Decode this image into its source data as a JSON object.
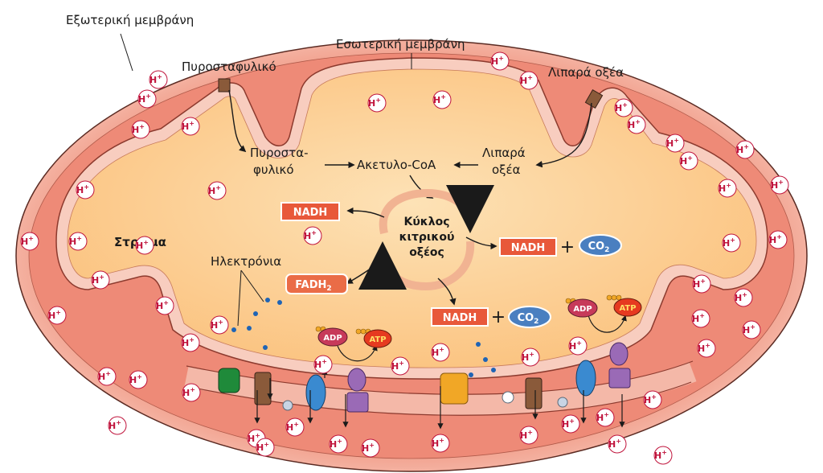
{
  "labels": {
    "outer_membrane": "Εξωτερική μεμβράνη",
    "inner_membrane": "Εσωτερική μεμβράνη",
    "pyruvate_transport": "Πυροσταφυλικό",
    "fatty_acids_transport": "Λιπαρά οξέα",
    "pyruvate_line1": "Πυροστα-",
    "pyruvate_line2": "φυλικό",
    "acetyl_coa": "Ακετυλο-CoA",
    "fatty_line1": "Λιπαρά",
    "fatty_line2": "οξέα",
    "matrix": "Στρώμα",
    "electrons": "Ηλεκτρόνια",
    "cycle_line1": "Κύκλος",
    "cycle_line2": "κιτρικού",
    "cycle_line3": "οξέος"
  },
  "molecules": {
    "nadh": "NADH",
    "fadh": "FADH",
    "fadh_sub": "2",
    "co2": "CO",
    "co2_sub": "2",
    "plus": "+",
    "adp": "ADP",
    "atp": "ATP"
  },
  "ion": {
    "symbol": "H",
    "charge": "+"
  },
  "colors": {
    "outer_membrane": "#f3b0a4",
    "intermembrane_space": "#ee7f6c",
    "inner_membrane": "#f9d2c6",
    "matrix": "#fcc687",
    "nadh_box": "#e8583a",
    "fadh_box": "#ea6c47",
    "co2_oval": "#4a7fc0",
    "adp": "#c73a5a",
    "atp": "#e63a20",
    "ion_text": "#c0143c"
  }
}
